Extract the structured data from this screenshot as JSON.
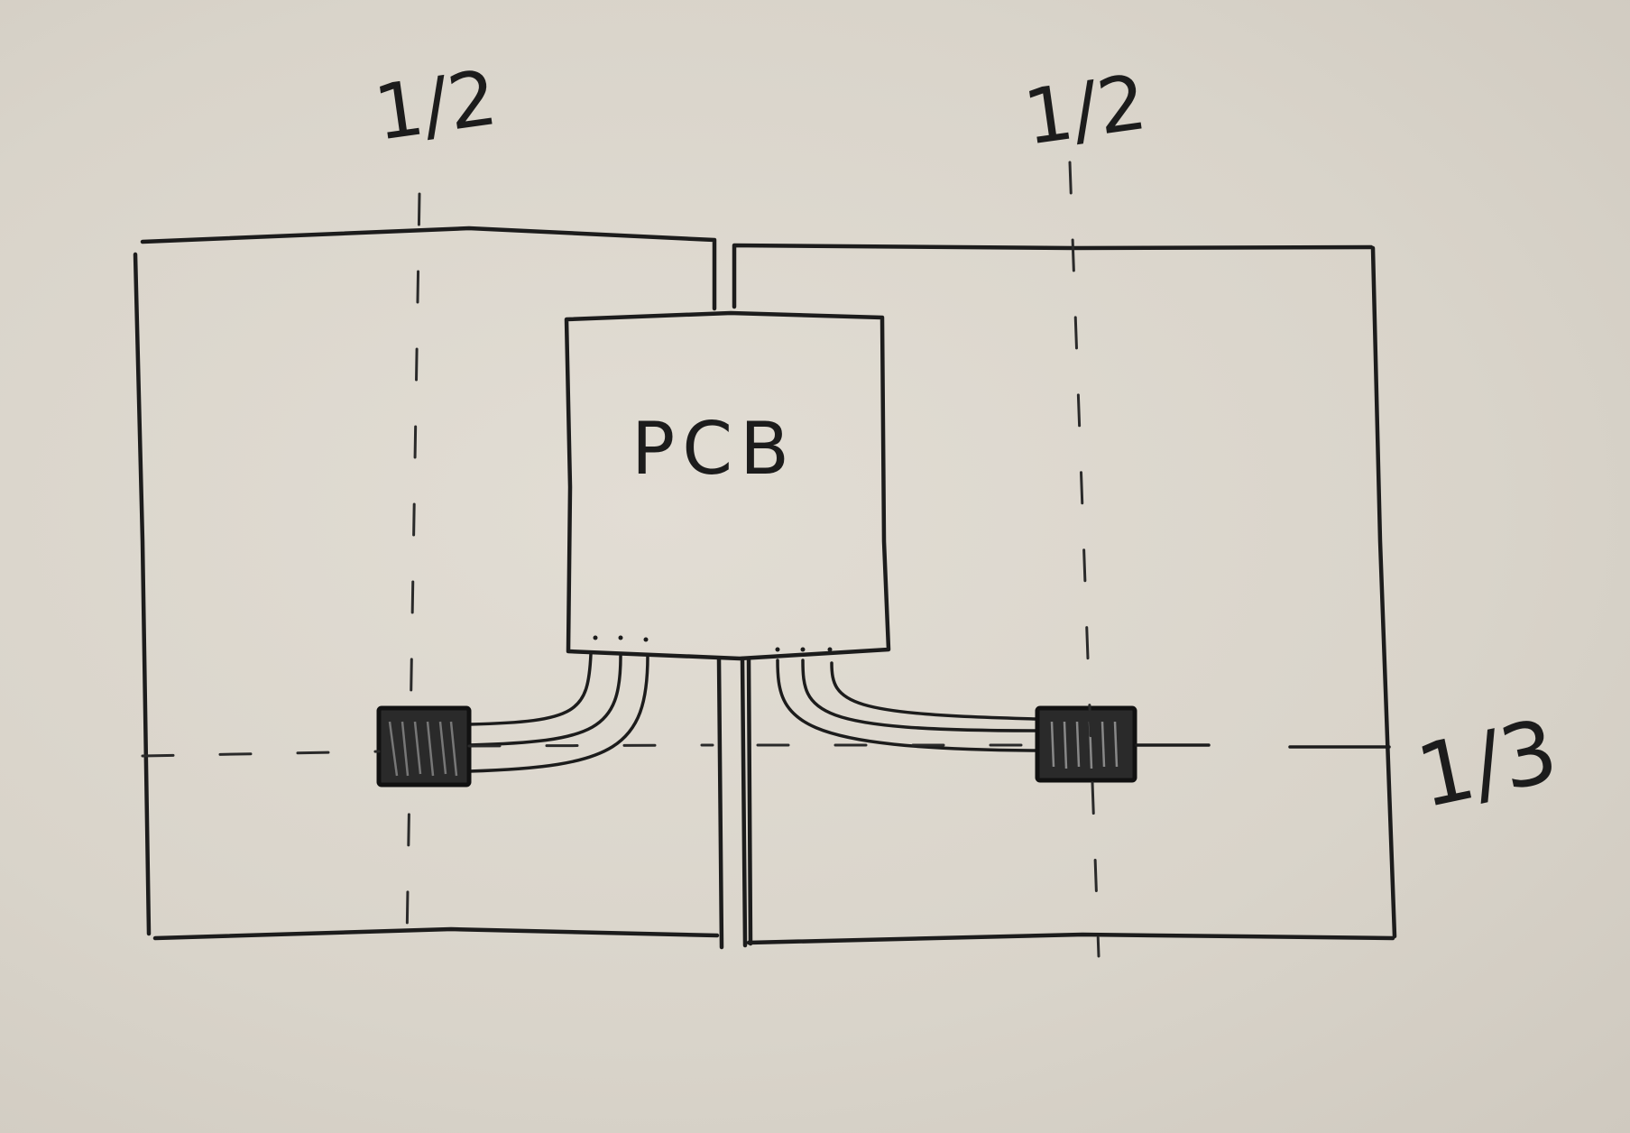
{
  "diagram": {
    "pcb_label": "PCB",
    "fractions": {
      "left_vertical": "1/2",
      "right_vertical": "1/2",
      "horizontal": "1/3"
    }
  },
  "colors": {
    "paper": "#dcd7ce",
    "ink": "#1c1c1c"
  }
}
